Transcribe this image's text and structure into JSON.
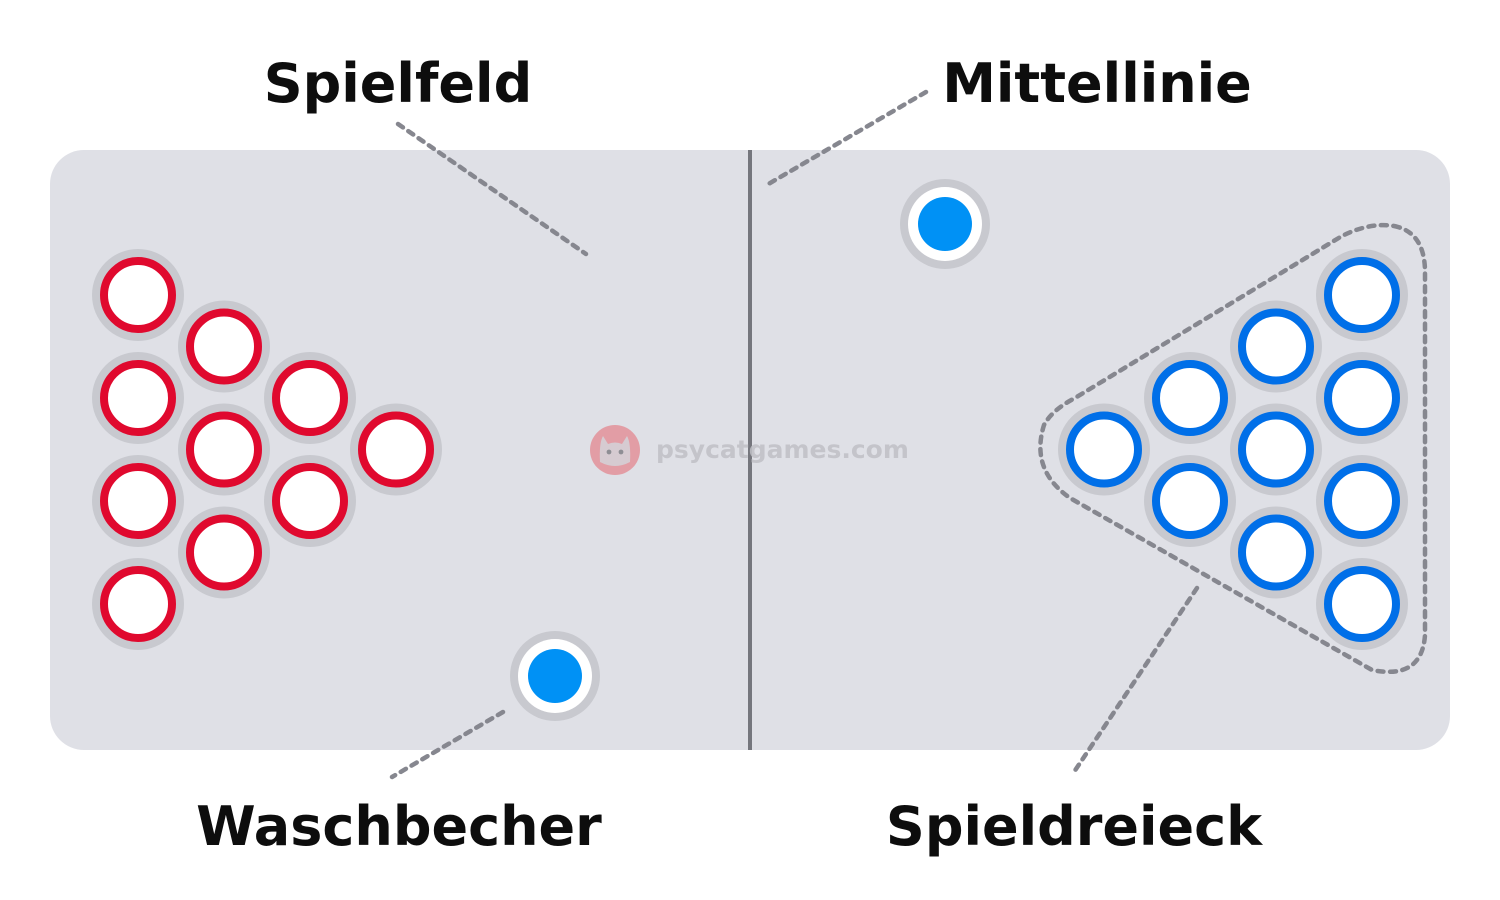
{
  "labels": {
    "field": "Spielfeld",
    "center_line": "Mittellinie",
    "wash_cup": "Waschbecher",
    "rack": "Spieldreieck"
  },
  "watermark": "psycatgames.com",
  "icons": {
    "watermark_logo": "cat-face-icon"
  },
  "colors": {
    "background": "#ffffff",
    "table": "#dfe0e6",
    "center_line": "#75767d",
    "cup_shadow": "#c8c9cf",
    "cup_inner": "#ffffff",
    "team_red": "#e0092e",
    "team_blue": "#006fe8",
    "wash_cup_fill": "#0091f5",
    "leader": "#86878f",
    "label_text": "#0d0d0d",
    "watermark_text": "#c0c0c6",
    "watermark_logo": "#e3878f"
  },
  "counts": {
    "red_cups": 10,
    "blue_cups": 10,
    "wash_cups": 2
  }
}
